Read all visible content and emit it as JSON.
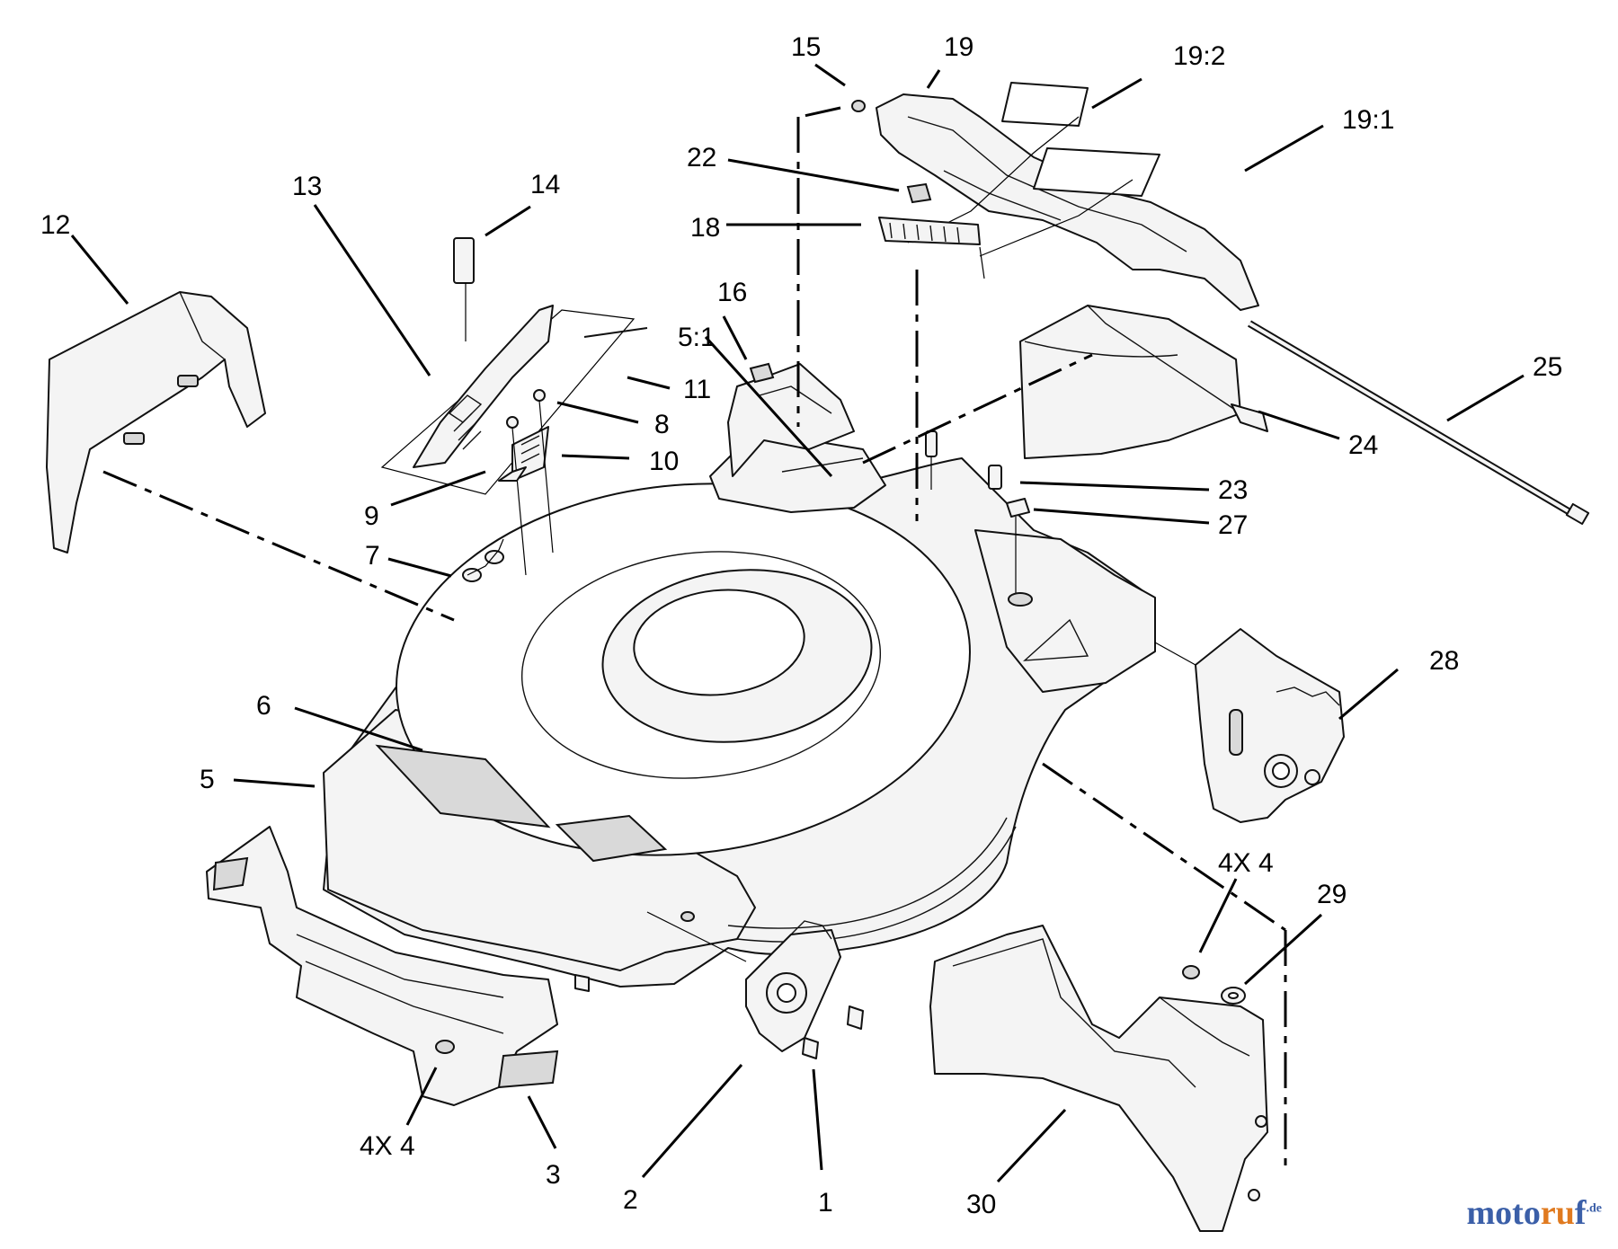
{
  "callouts": {
    "c1": "1",
    "c2": "2",
    "c3": "3",
    "c4x4_left": "4X 4",
    "c5": "5",
    "c5_1": "5:1",
    "c6": "6",
    "c7": "7",
    "c8": "8",
    "c9": "9",
    "c10": "10",
    "c11": "11",
    "c12": "12",
    "c13": "13",
    "c14": "14",
    "c15": "15",
    "c16": "16",
    "c18": "18",
    "c19": "19",
    "c19_1": "19:1",
    "c19_2": "19:2",
    "c22": "22",
    "c23": "23",
    "c24": "24",
    "c25": "25",
    "c27": "27",
    "c28": "28",
    "c29": "29",
    "c4x4_right": "4X 4",
    "c30": "30"
  },
  "watermark": {
    "brand_a": "moto",
    "brand_b": "ru",
    "brand_c": "f",
    "tld": ".de"
  },
  "colors": {
    "line": "#000000",
    "part_fill": "#f4f4f4",
    "watermark_blue": "#3b5fa8",
    "watermark_orange": "#e07a1f"
  }
}
